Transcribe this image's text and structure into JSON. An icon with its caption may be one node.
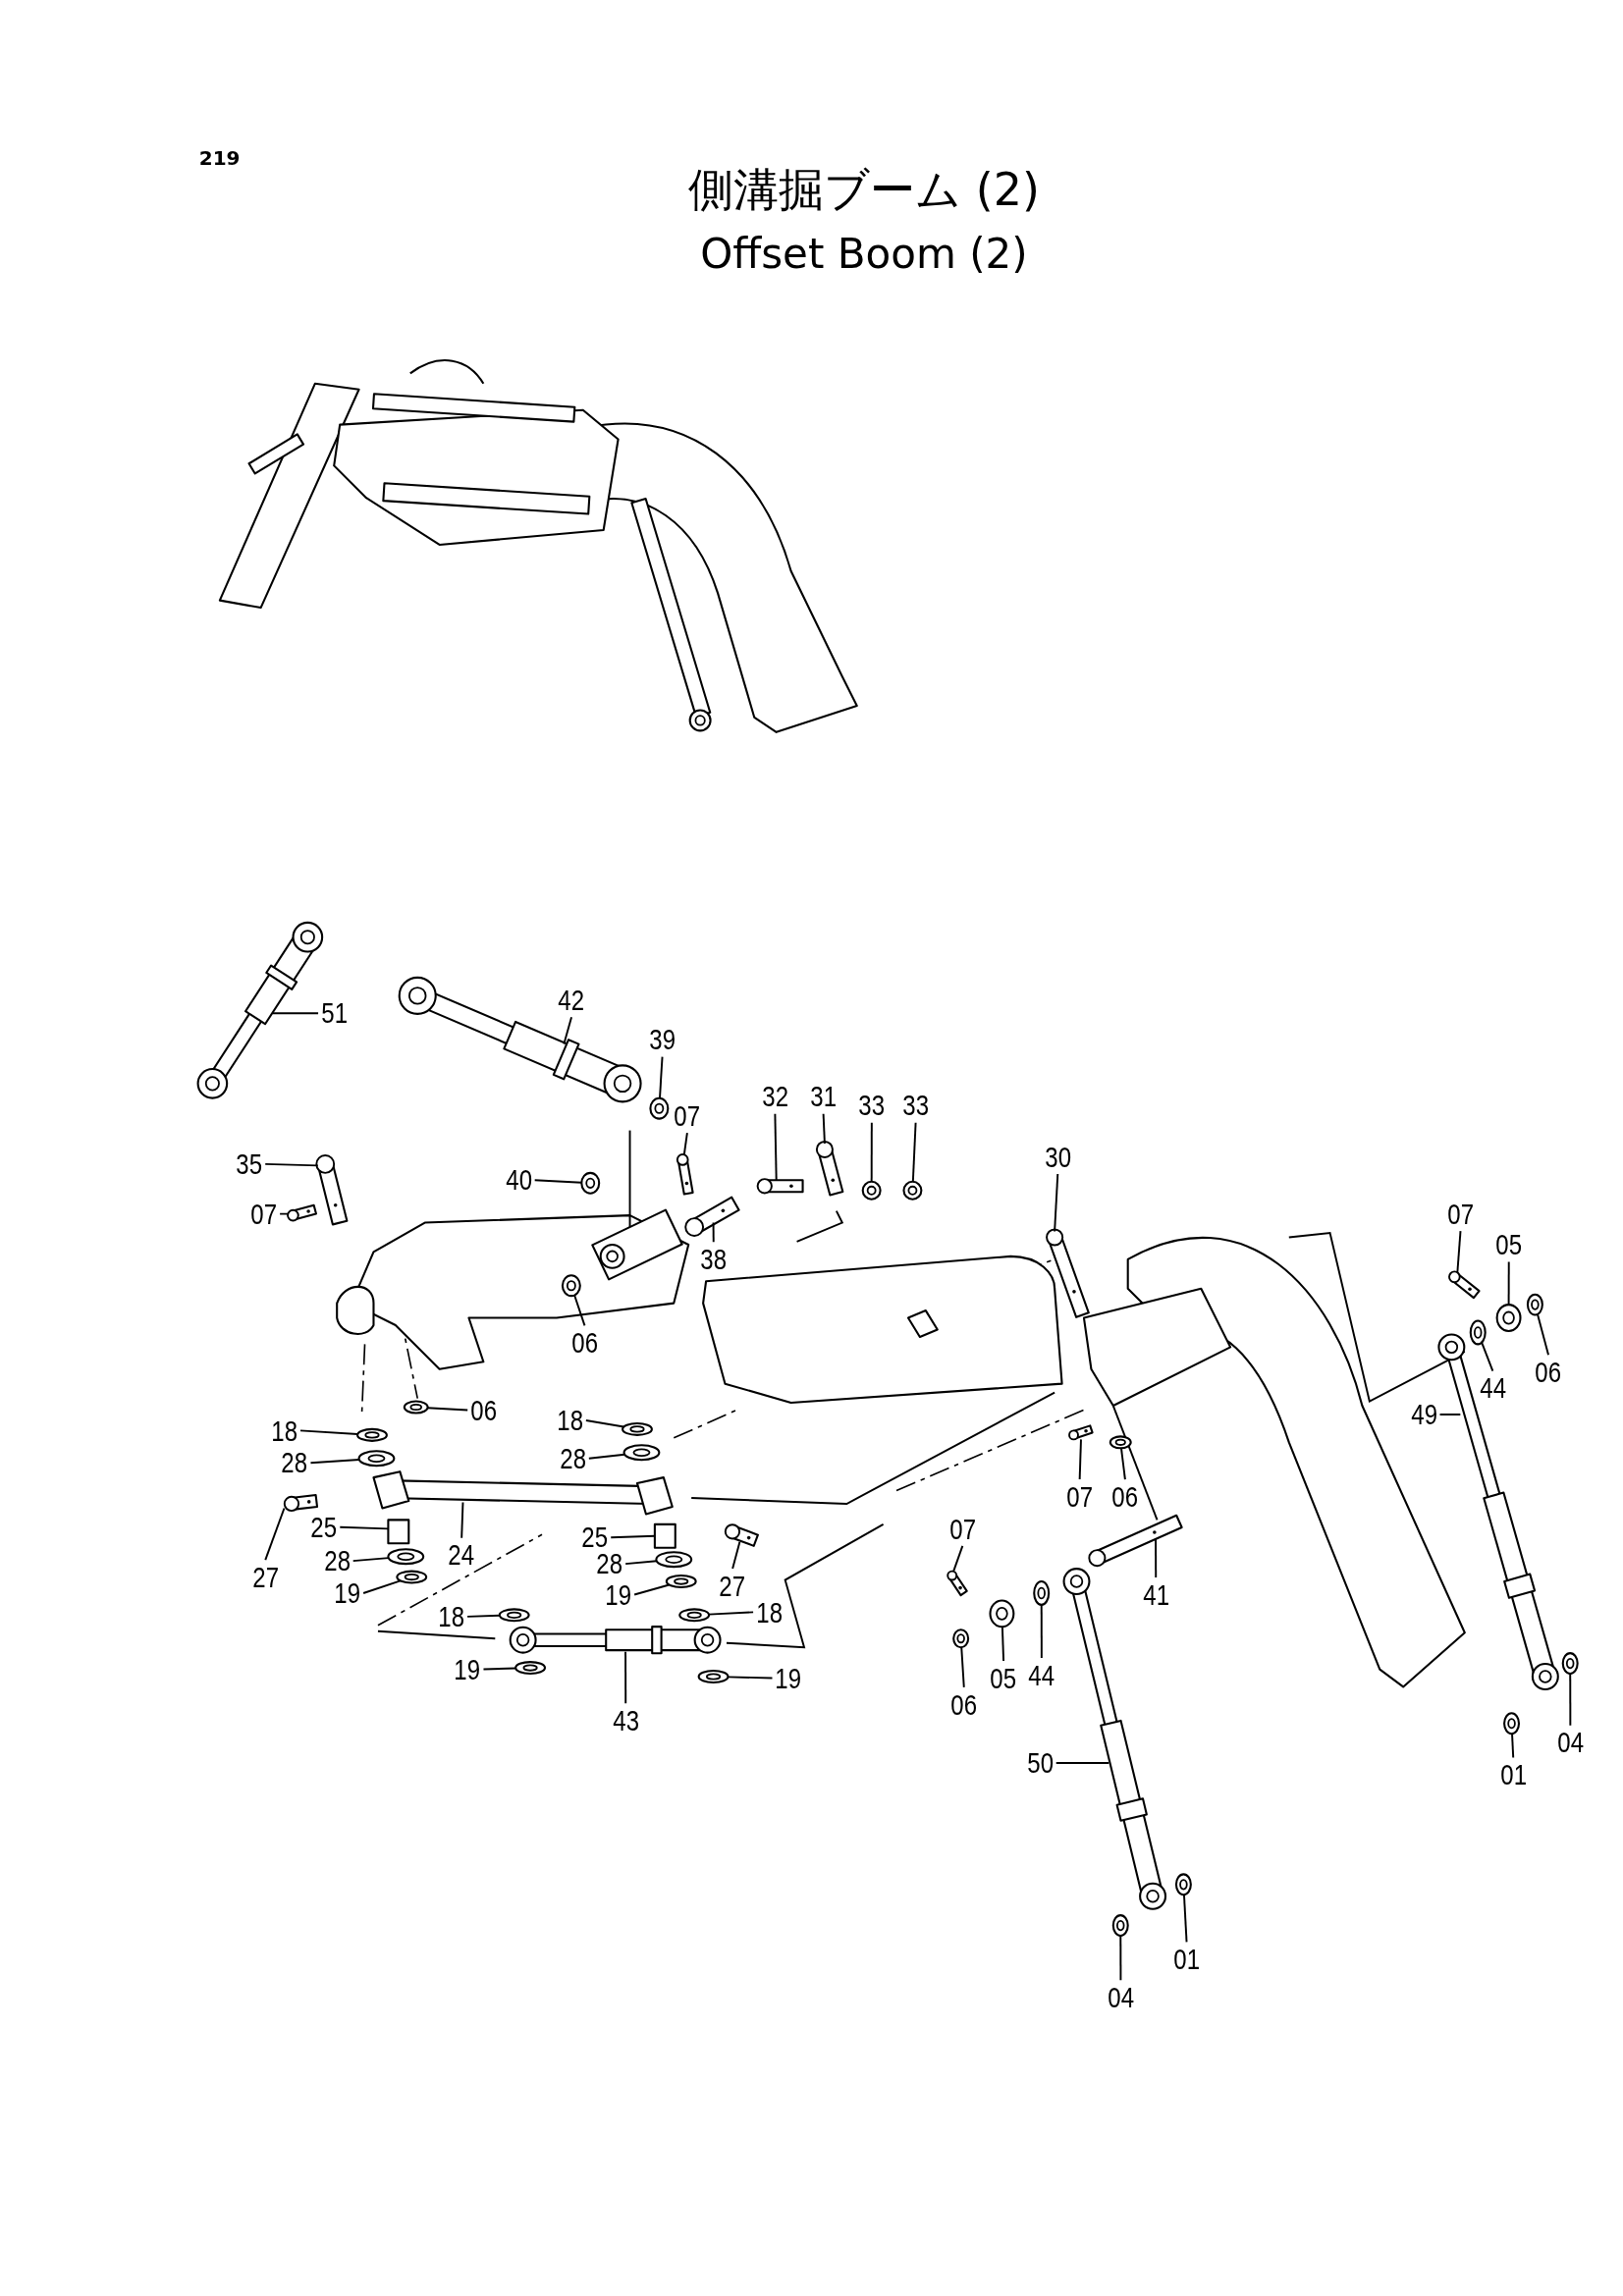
{
  "diagram": {
    "title": "側溝掘ブーム (2)",
    "labels": [
      "219",
      "Offset Boom (2)"
    ],
    "nodes": [
      {
        "text": [
          "51"
        ]
      },
      {
        "text": [
          "42"
        ]
      },
      {
        "text": [
          "39"
        ]
      },
      {
        "text": [
          "32"
        ]
      },
      {
        "text": [
          "31"
        ]
      },
      {
        "text": [
          "33"
        ]
      },
      {
        "text": [
          "33"
        ]
      },
      {
        "text": [
          "07"
        ]
      },
      {
        "text": [
          "40"
        ]
      },
      {
        "text": [
          "35"
        ]
      },
      {
        "text": [
          "30"
        ]
      },
      {
        "text": [
          "07"
        ]
      },
      {
        "text": [
          "05"
        ]
      },
      {
        "text": [
          "07"
        ]
      },
      {
        "text": [
          "38"
        ]
      },
      {
        "text": [
          "06"
        ]
      },
      {
        "text": [
          "06"
        ]
      },
      {
        "text": [
          "44"
        ]
      },
      {
        "text": [
          "49"
        ]
      },
      {
        "text": [
          "06"
        ]
      },
      {
        "text": [
          "18"
        ]
      },
      {
        "text": [
          "18"
        ]
      },
      {
        "text": [
          "28"
        ]
      },
      {
        "text": [
          "28"
        ]
      },
      {
        "text": [
          "27"
        ]
      },
      {
        "text": [
          "25"
        ]
      },
      {
        "text": [
          "24"
        ]
      },
      {
        "text": [
          "07"
        ]
      },
      {
        "text": [
          "06"
        ]
      },
      {
        "text": [
          "25"
        ]
      },
      {
        "text": [
          "28"
        ]
      },
      {
        "text": [
          "28"
        ]
      },
      {
        "text": [
          "27"
        ]
      },
      {
        "text": [
          "19"
        ]
      },
      {
        "text": [
          "19"
        ]
      },
      {
        "text": [
          "07"
        ]
      },
      {
        "text": [
          "41"
        ]
      },
      {
        "text": [
          "18"
        ]
      },
      {
        "text": [
          "18"
        ]
      },
      {
        "text": [
          "19"
        ]
      },
      {
        "text": [
          "19"
        ]
      },
      {
        "text": [
          "43"
        ]
      },
      {
        "text": [
          "44"
        ]
      },
      {
        "text": [
          "05"
        ]
      },
      {
        "text": [
          "06"
        ]
      },
      {
        "text": [
          "50"
        ]
      },
      {
        "text": [
          "01"
        ]
      },
      {
        "text": [
          "04"
        ]
      },
      {
        "text": [
          "01"
        ]
      },
      {
        "text": [
          "04"
        ]
      },
      {
        "text": [],
        "shape": "picture"
      },
      {
        "text": [],
        "shape": "picture"
      },
      {
        "text": [],
        "shape": "picture"
      },
      {
        "text": [],
        "shape": "picture"
      },
      {
        "text": [],
        "shape": "picture"
      },
      {
        "text": [],
        "shape": "picture"
      },
      {
        "text": [],
        "shape": "picture"
      },
      {
        "text": [],
        "shape": "picture"
      },
      {
        "text": [],
        "shape": "picture"
      },
      {
        "text": [],
        "shape": "picture"
      },
      {
        "text": [],
        "shape": "picture"
      },
      {
        "text": [],
        "shape": "picture"
      },
      {
        "text": [],
        "shape": "picture"
      },
      {
        "text": [],
        "shape": "picture"
      },
      {
        "text": [],
        "shape": "picture"
      },
      {
        "text": [],
        "shape": "picture"
      },
      {
        "text": [],
        "shape": "picture"
      },
      {
        "text": [],
        "shape": "picture"
      },
      {
        "text": [],
        "shape": "picture"
      },
      {
        "text": [],
        "shape": "picture"
      },
      {
        "text": [],
        "shape": "picture"
      },
      {
        "text": [],
        "shape": "picture"
      },
      {
        "text": [],
        "shape": "picture"
      },
      {
        "text": [],
        "shape": "picture"
      },
      {
        "text": [],
        "shape": "picture"
      },
      {
        "text": [],
        "shape": "box"
      },
      {
        "text": [],
        "shape": "picture"
      },
      {
        "text": [],
        "shape": "picture"
      },
      {
        "text": [],
        "shape": "picture"
      },
      {
        "text": [],
        "shape": "box"
      },
      {
        "text": [],
        "shape": "picture"
      },
      {
        "text": [],
        "shape": "picture"
      },
      {
        "text": [],
        "shape": "picture"
      },
      {
        "text": [],
        "shape": "picture"
      },
      {
        "text": [],
        "shape": "picture"
      },
      {
        "text": [],
        "shape": "picture"
      },
      {
        "text": [],
        "shape": "picture"
      },
      {
        "text": [],
        "shape": "picture"
      },
      {
        "text": [],
        "shape": "picture"
      },
      {
        "text": [],
        "shape": "picture"
      },
      {
        "text": [],
        "shape": "picture"
      },
      {
        "text": [],
        "shape": "picture"
      },
      {
        "text": [],
        "shape": "picture"
      },
      {
        "text": [],
        "shape": "picture"
      },
      {
        "text": [],
        "shape": "picture"
      },
      {
        "text": [],
        "shape": "picture"
      },
      {
        "text": [],
        "shape": "picture"
      },
      {
        "text": [],
        "shape": "picture"
      },
      {
        "text": [],
        "shape": "picture"
      },
      {
        "text": [],
        "shape": "picture"
      }
    ],
    "edges": [
      {
        "from": 0,
        "to": 50,
        "arrow": "none"
      },
      {
        "from": 1,
        "to": 51,
        "arrow": "none"
      },
      {
        "from": 2,
        "to": 52,
        "arrow": "none"
      },
      {
        "from": 3,
        "to": 53,
        "arrow": "none"
      },
      {
        "from": 4,
        "to": 54,
        "arrow": "none"
      },
      {
        "from": 5,
        "to": 55,
        "arrow": "none"
      },
      {
        "from": 6,
        "to": 56,
        "arrow": "none"
      },
      {
        "from": 7,
        "to": 57,
        "arrow": "none"
      },
      {
        "from": 8,
        "to": 58,
        "arrow": "none"
      },
      {
        "from": 9,
        "to": 59,
        "arrow": "none"
      },
      {
        "from": 10,
        "to": 60,
        "arrow": "none"
      },
      {
        "from": 11,
        "to": 61,
        "arrow": "none"
      },
      {
        "from": 12,
        "to": 62,
        "arrow": "none"
      },
      {
        "from": 13,
        "to": 63,
        "arrow": "none"
      },
      {
        "from": 14,
        "to": 64,
        "arrow": "none"
      },
      {
        "from": 15,
        "to": 65,
        "arrow": "none"
      },
      {
        "from": 16,
        "to": 66,
        "arrow": "none"
      },
      {
        "from": 17,
        "to": 67,
        "arrow": "none"
      },
      {
        "from": 18,
        "to": 68,
        "arrow": "none"
      },
      {
        "from": 19,
        "to": 69,
        "arrow": "none"
      },
      {
        "from": 20,
        "to": 70,
        "arrow": "none"
      },
      {
        "from": 21,
        "to": 71,
        "arrow": "none"
      },
      {
        "from": 22,
        "to": 72,
        "arrow": "none"
      },
      {
        "from": 23,
        "to": 73,
        "arrow": "none"
      },
      {
        "from": 24,
        "to": 74,
        "arrow": "none"
      },
      {
        "from": 25,
        "to": 75,
        "arrow": "none"
      },
      {
        "from": 26,
        "to": 76,
        "arrow": "none"
      },
      {
        "from": 27,
        "to": 77,
        "arrow": "none"
      },
      {
        "from": 28,
        "to": 78,
        "arrow": "none"
      },
      {
        "from": 29,
        "to": 79,
        "arrow": "none"
      },
      {
        "from": 30,
        "to": 80,
        "arrow": "none"
      },
      {
        "from": 31,
        "to": 81,
        "arrow": "none"
      },
      {
        "from": 32,
        "to": 82,
        "arrow": "none"
      },
      {
        "from": 33,
        "to": 83,
        "arrow": "none"
      },
      {
        "from": 34,
        "to": 84,
        "arrow": "none"
      },
      {
        "from": 35,
        "to": 85,
        "arrow": "none"
      },
      {
        "from": 36,
        "to": 86,
        "arrow": "none"
      },
      {
        "from": 37,
        "to": 87,
        "arrow": "none"
      },
      {
        "from": 38,
        "to": 88,
        "arrow": "none"
      },
      {
        "from": 39,
        "to": 89,
        "arrow": "none"
      },
      {
        "from": 40,
        "to": 90,
        "arrow": "none"
      },
      {
        "from": 41,
        "to": 91,
        "arrow": "none"
      },
      {
        "from": 42,
        "to": 92,
        "arrow": "none"
      },
      {
        "from": 43,
        "to": 93,
        "arrow": "none"
      },
      {
        "from": 44,
        "to": 94,
        "arrow": "none"
      },
      {
        "from": 45,
        "to": 95,
        "arrow": "none"
      },
      {
        "from": 46,
        "to": 96,
        "arrow": "none"
      },
      {
        "from": 47,
        "to": 97,
        "arrow": "none"
      },
      {
        "from": 48,
        "to": 98,
        "arrow": "none"
      },
      {
        "from": 49,
        "to": 99,
        "arrow": "none"
      }
    ]
  }
}
